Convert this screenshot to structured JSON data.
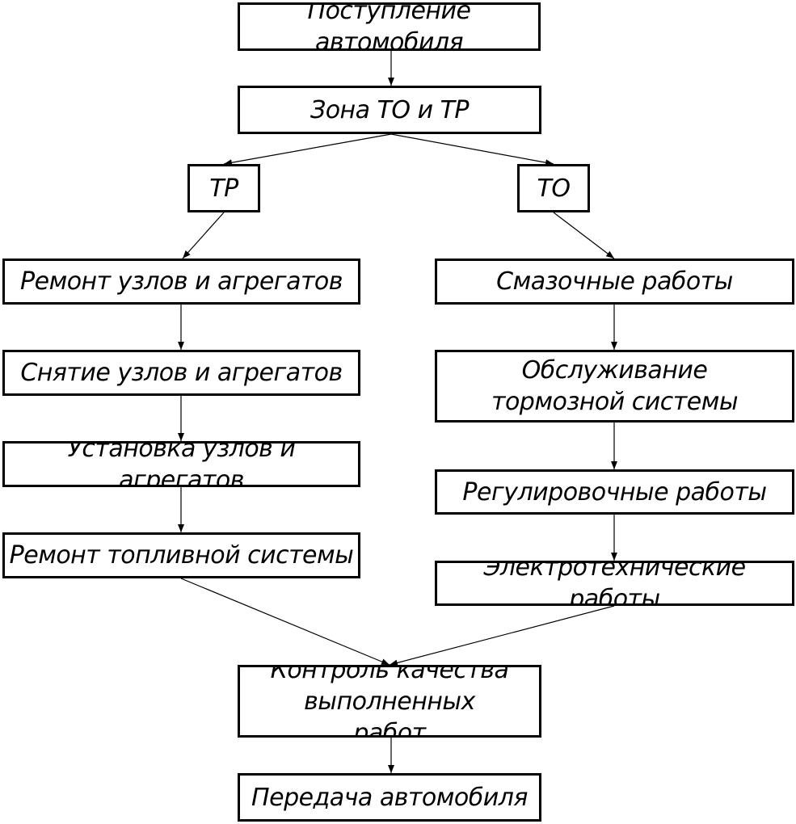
{
  "nodes": {
    "arrival": "Поступление автомобиля",
    "zone": "Зона ТО и ТР",
    "tr": "ТР",
    "to": "ТО",
    "repair_units": "Ремонт узлов и агрегатов",
    "removal_units": "Снятие узлов и агрегатов",
    "install_units": "Установка узлов и агрегатов",
    "fuel_repair": "Ремонт топливной системы",
    "lubrication": "Смазочные работы",
    "brake_service": "Обслуживание тормозной системы",
    "adjustment": "Регулировочные работы",
    "electrical": "Электротехнические работы",
    "quality_control": "Контроль качества выполненных работ",
    "handover": "Передача автомобиля"
  },
  "style": {
    "line_color": "#000000",
    "box_border_color": "#000000",
    "background": "#ffffff"
  }
}
